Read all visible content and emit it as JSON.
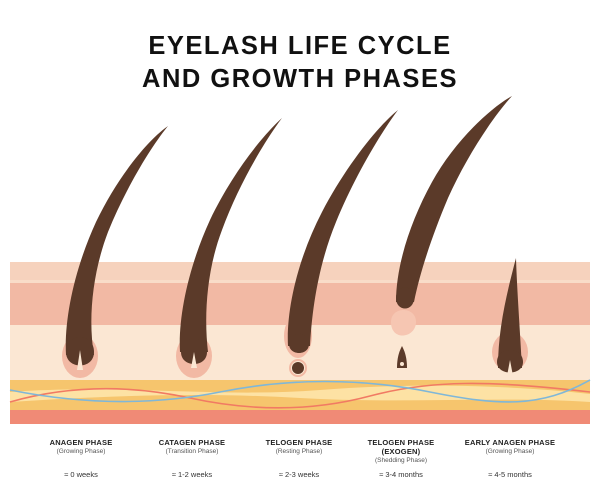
{
  "title": {
    "line1": "EYELASH LIFE CYCLE",
    "line2": "AND GROWTH PHASES"
  },
  "colors": {
    "skin_top": "#f6d2bd",
    "skin_mid": "#f2b9a4",
    "dermis": "#fbe7d3",
    "fat": "#f6c56d",
    "fat_light": "#fde2a4",
    "muscle": "#f08a76",
    "hair": "#5b3a29",
    "hair_dark": "#3f2619",
    "bulb": "#f6d2bd",
    "vein_red": "#f17a63",
    "vein_blue": "#7fb7d8"
  },
  "phases": [
    {
      "name": "ANAGEN PHASE",
      "sub": "(Growing Phase)",
      "duration": "≈ 0 weeks"
    },
    {
      "name": "CATAGEN PHASE",
      "sub": "(Transition Phase)",
      "duration": "≈ 1-2 weeks"
    },
    {
      "name": "TELOGEN PHASE",
      "sub": "(Resting Phase)",
      "duration": "≈ 2-3 weeks"
    },
    {
      "name": "TELOGEN PHASE",
      "alt": "(EXOGEN)",
      "sub": "(Shedding Phase)",
      "duration": "≈ 3-4 months"
    },
    {
      "name": "EARLY ANAGEN PHASE",
      "sub": "(Growing Phase)",
      "duration": "≈ 4-5 months"
    }
  ]
}
